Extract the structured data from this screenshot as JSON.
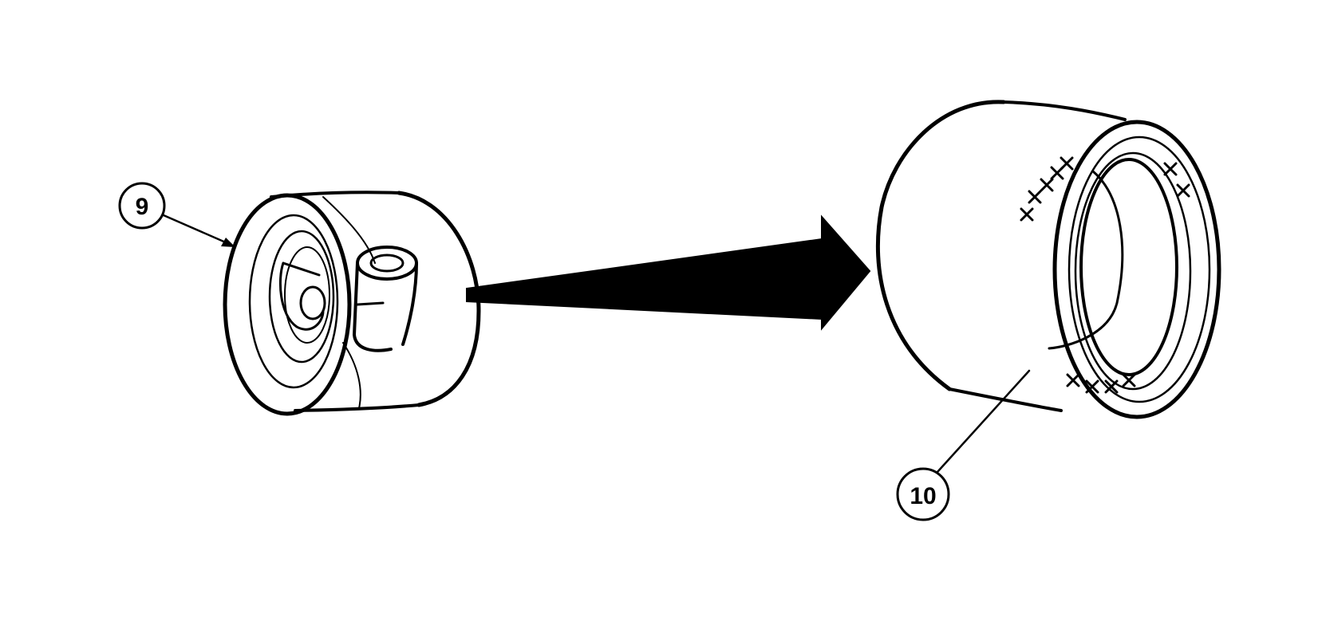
{
  "callouts": [
    {
      "id": "callout-9",
      "label": "9"
    },
    {
      "id": "callout-10",
      "label": "10"
    }
  ],
  "parts": [
    {
      "id": "part-9",
      "callout": "9",
      "kind": "hub-with-fitting"
    },
    {
      "id": "part-10",
      "callout": "10",
      "kind": "bearing-ring"
    }
  ],
  "colors": {
    "ink": "#000000",
    "background": "#ffffff"
  }
}
